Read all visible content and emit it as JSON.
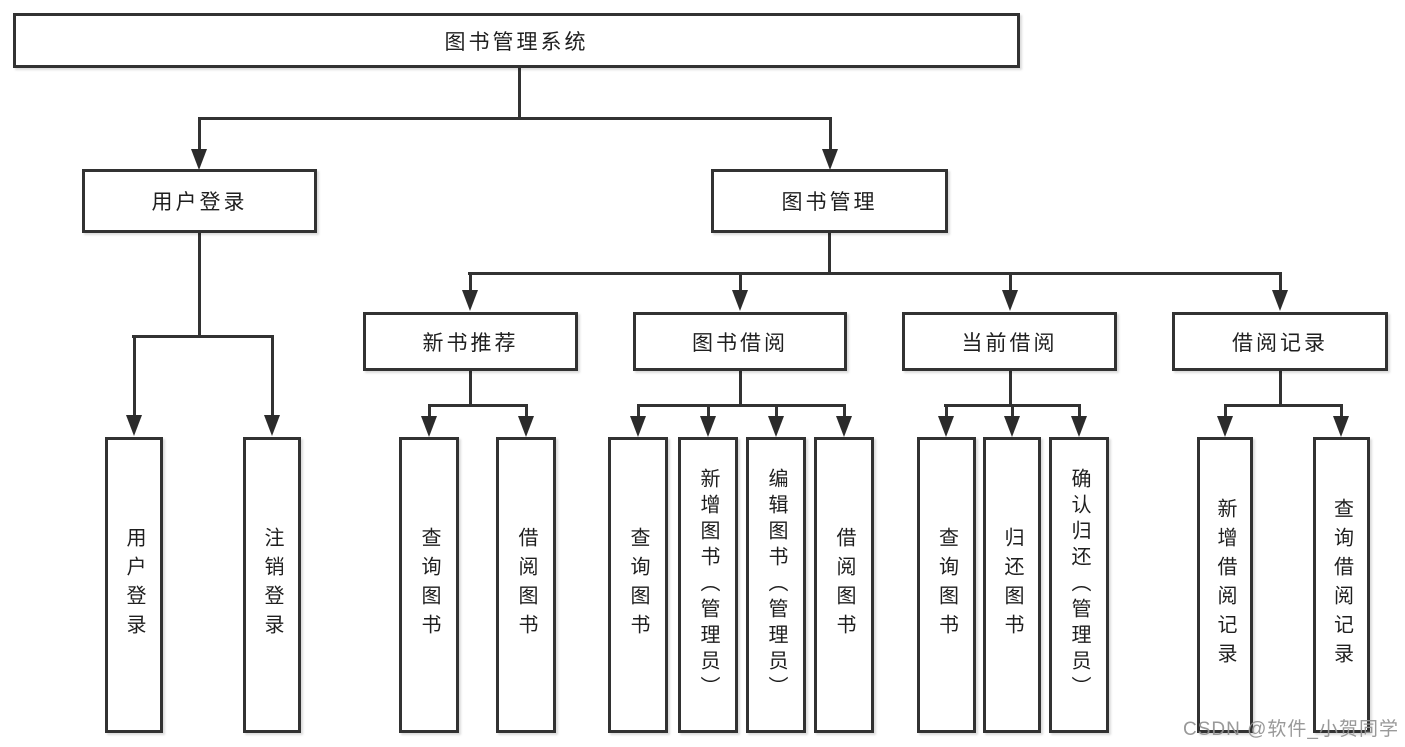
{
  "title": {
    "label": "图书管理系统"
  },
  "level2": [
    {
      "label": "用户登录"
    },
    {
      "label": "图书管理"
    }
  ],
  "level3": [
    {
      "label": "新书推荐"
    },
    {
      "label": "图书借阅"
    },
    {
      "label": "当前借阅"
    },
    {
      "label": "借阅记录"
    }
  ],
  "leaves": {
    "login": [
      "用户登录",
      "注销登录"
    ],
    "newbook": [
      "查询图书",
      "借阅图书"
    ],
    "borrow": [
      "查询图书",
      "新增图书（管理员）",
      "编辑图书（管理员）",
      "借阅图书"
    ],
    "current": [
      "查询图书",
      "归还图书",
      "确认归还（管理员）"
    ],
    "record": [
      "新增借阅记录",
      "查询借阅记录"
    ]
  },
  "watermark": {
    "text": "CSDN @软件_小贺同学"
  },
  "colors": {
    "line": "#323232",
    "border": "#323232",
    "text": "#1f1f1f",
    "watermark": "#949494",
    "background": "#ffffff"
  }
}
